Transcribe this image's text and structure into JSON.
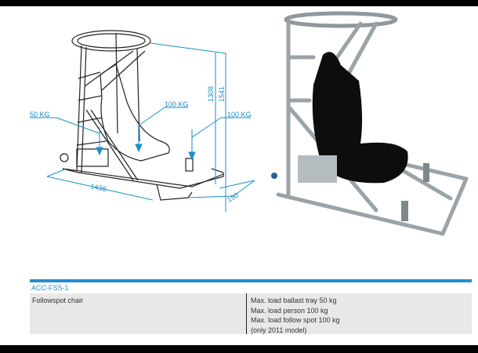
{
  "drawing": {
    "labels": {
      "ballast_load": "50 KG",
      "person_load": "100 KG",
      "followspot_load": "100 KG",
      "width": "1438",
      "depth": "190",
      "height_seat": "1308",
      "height_total": "1541"
    },
    "dimension_color": "#1a8fc9"
  },
  "photo": {
    "alt": "Followspot chair photo"
  },
  "spec": {
    "accent_color": "#1f8fd0",
    "code": "ACC-FSS-1",
    "name": "Followspot chair",
    "details": [
      "Max. load ballast tray 50 kg",
      "Max. load person 100 kg",
      "Max. load follow spot 100 kg",
      "(only 2011 model)"
    ]
  }
}
